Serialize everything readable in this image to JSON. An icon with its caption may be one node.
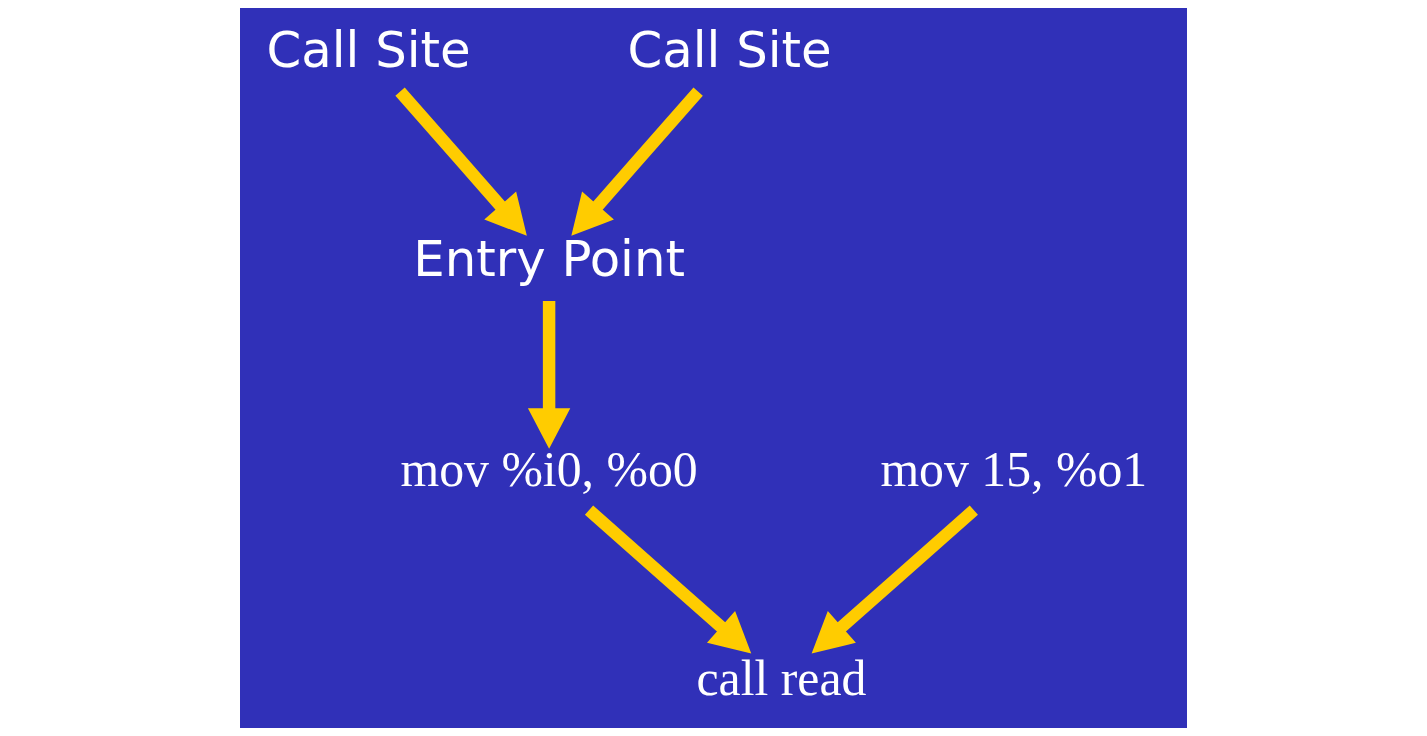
{
  "diagram": {
    "nodes": [
      {
        "text": [
          "Call Site"
        ]
      },
      {
        "text": [
          "Call Site"
        ]
      },
      {
        "text": [
          "Entry Point"
        ]
      },
      {
        "text": [
          "mov %i0, %o0"
        ]
      },
      {
        "text": [
          "mov 15, %o1"
        ]
      },
      {
        "text": [
          "call read"
        ]
      }
    ],
    "edges": [
      {
        "from": 0,
        "to": 2,
        "arrow": "to"
      },
      {
        "from": 1,
        "to": 2,
        "arrow": "to"
      },
      {
        "from": 2,
        "to": 3,
        "arrow": "to"
      },
      {
        "from": 3,
        "to": 5,
        "arrow": "to"
      },
      {
        "from": 4,
        "to": 5,
        "arrow": "to"
      }
    ]
  }
}
